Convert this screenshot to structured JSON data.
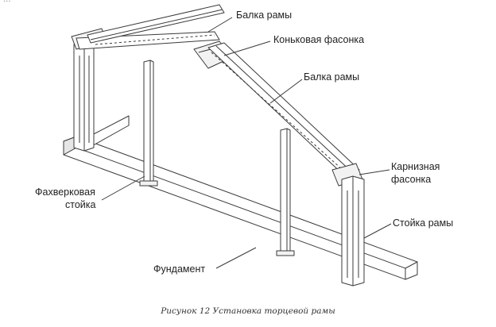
{
  "top_note": "...",
  "labels": {
    "beam_top": "Балка рамы",
    "ridge_plate": "Коньковая фасонка",
    "beam_right": "Балка рамы",
    "eave_plate_line1": "Карнизная",
    "eave_plate_line2": "фасонка",
    "column": "Стойка рамы",
    "wind_post_line1": "Фахверковая",
    "wind_post_line2": "стойка",
    "foundation": "Фундамент"
  },
  "caption": "Рисунок 12 Установка торцевой рамы",
  "colors": {
    "line": "#3a3a3a",
    "fill": "#ffffff",
    "shade": "#d9d9d9"
  }
}
